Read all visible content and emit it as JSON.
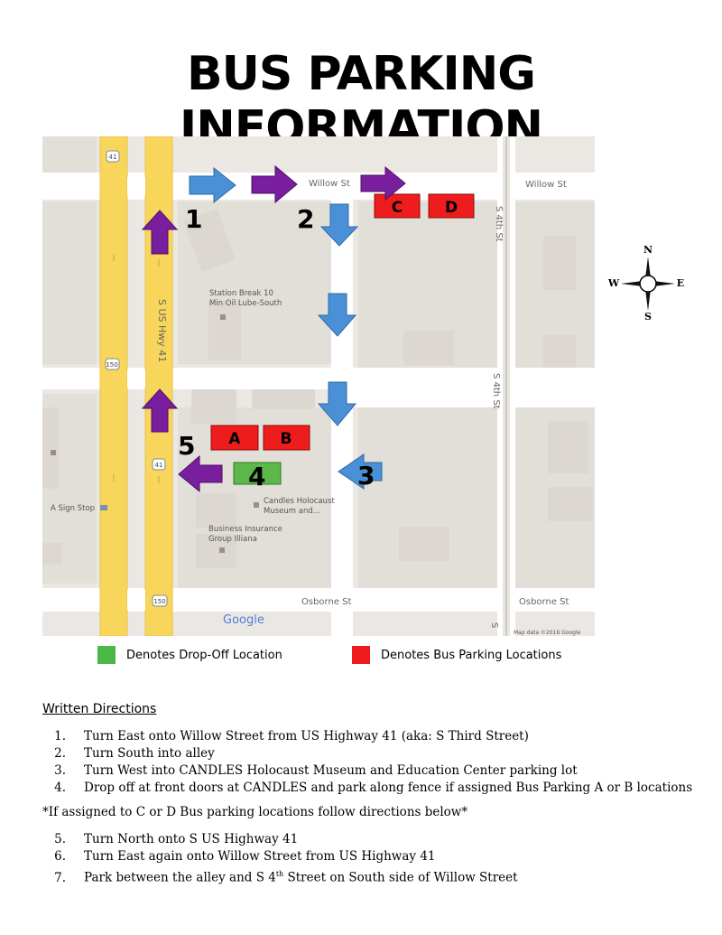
{
  "title": "BUS PARKING INFORMATION",
  "map": {
    "street_labels": {
      "willow_left": "Willow St",
      "willow_right": "Willow St",
      "osborne_left": "Osborne St",
      "osborne_right": "Osborne St",
      "hwy": "S US Hwy 41",
      "s4th_top": "S 4th St",
      "s4th_mid": "S 4th St",
      "s4th_bottom": "S"
    },
    "shields": {
      "top": "41",
      "mid": "150",
      "lower": "41",
      "bottom": "150"
    },
    "places": {
      "station_line1": "Station Break 10",
      "station_line2": "Min Oil Lube-South",
      "candles_line1": "Candles Holocaust",
      "candles_line2": "Museum and...",
      "business_line1": "Business Insurance",
      "business_line2": "Group Illiana",
      "sign_stop": "A Sign Stop"
    },
    "step_numbers": {
      "n1": "1",
      "n2": "2",
      "n3": "3",
      "n4": "4",
      "n5": "5"
    },
    "parking": {
      "a": "A",
      "b": "B",
      "c": "C",
      "d": "D"
    },
    "google": "Google",
    "attribution": "Map data ©2016 Google",
    "colors": {
      "blue_arrow": "#4a90d6",
      "purple_arrow": "#7a1ea0",
      "parking": "#ee1c1c",
      "dropoff": "#5cb84a",
      "highway": "#f8d65b"
    }
  },
  "compass": {
    "n": "N",
    "s": "S",
    "e": "E",
    "w": "W"
  },
  "legend": {
    "dropoff": "Denotes Drop-Off Location",
    "parking": "Denotes Bus Parking Locations",
    "dropoff_color": "#4cb848",
    "parking_color": "#ee1c1c"
  },
  "directions_heading": "Written Directions",
  "steps_a": [
    {
      "n": "1.",
      "text": "Turn East onto Willow Street from US Highway 41 (aka: S Third Street)"
    },
    {
      "n": "2.",
      "text": "Turn South into alley"
    },
    {
      "n": "3.",
      "text": "Turn West into CANDLES Holocaust Museum and Education Center parking lot"
    },
    {
      "n": "4.",
      "text": "Drop off at front doors at CANDLES and park along fence if assigned Bus Parking A or B locations"
    }
  ],
  "note": "*If assigned to C or D Bus parking locations follow directions below*",
  "steps_b": [
    {
      "n": "5.",
      "text": "Turn North onto S US Highway 41"
    },
    {
      "n": "6.",
      "text": "Turn East again onto Willow Street from US Highway 41"
    }
  ],
  "step7": {
    "n": "7.",
    "pre": "Park between the alley and S 4",
    "sup": "th",
    "post": " Street on South side of Willow Street"
  }
}
